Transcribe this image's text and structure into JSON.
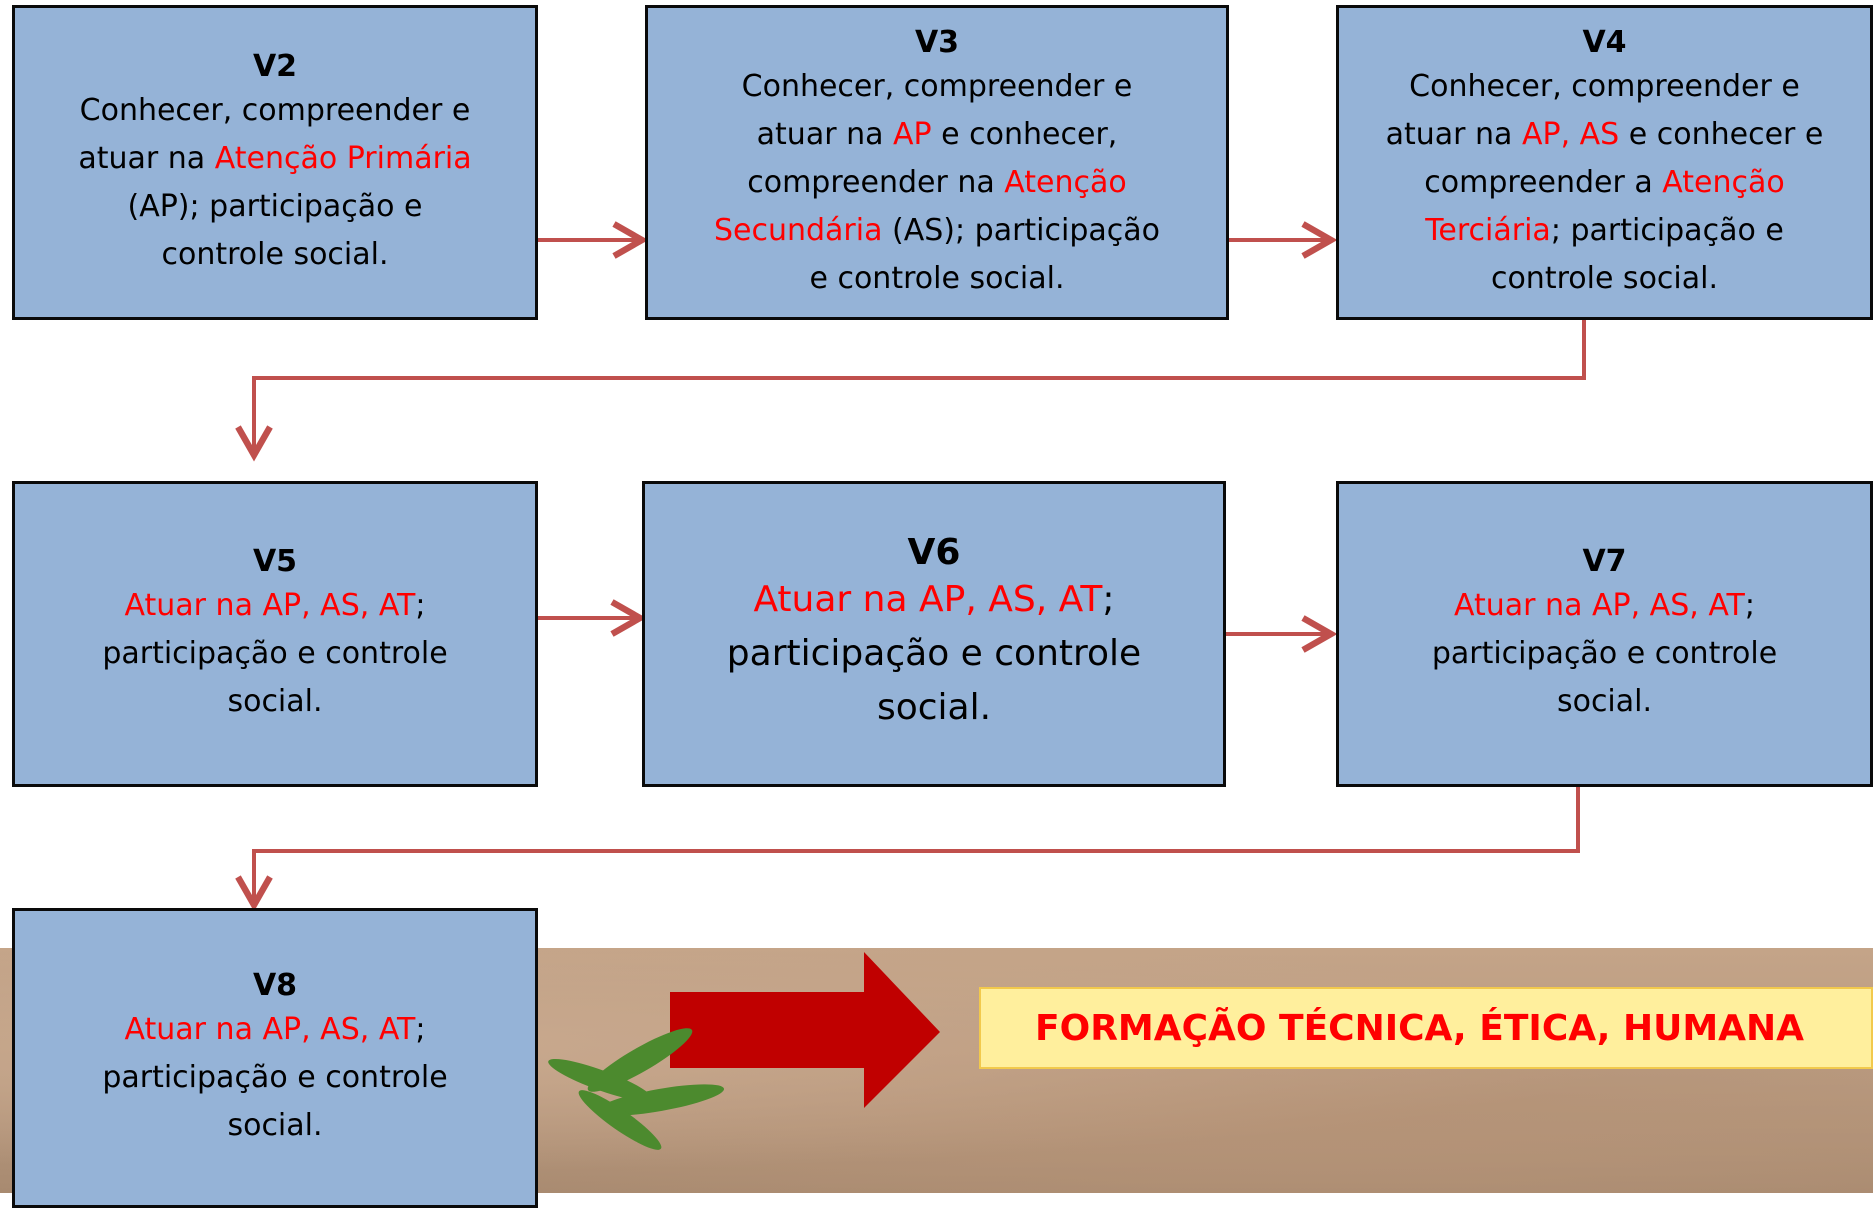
{
  "boxes": [
    {
      "id": "v2",
      "title": "V2",
      "lines": [
        [
          {
            "t": "Conhecer, compreender e",
            "r": false
          }
        ],
        [
          {
            "t": "atuar na ",
            "r": false
          },
          {
            "t": "Atenção Primária",
            "r": true
          }
        ],
        [
          {
            "t": "(AP); participação e",
            "r": false
          }
        ],
        [
          {
            "t": "controle social.",
            "r": false
          }
        ]
      ]
    },
    {
      "id": "v3",
      "title": "V3",
      "lines": [
        [
          {
            "t": "Conhecer, compreender e",
            "r": false
          }
        ],
        [
          {
            "t": "atuar na ",
            "r": false
          },
          {
            "t": "AP",
            "r": true
          },
          {
            "t": " e conhecer,",
            "r": false
          }
        ],
        [
          {
            "t": "compreender na ",
            "r": false
          },
          {
            "t": "Atenção",
            "r": true
          }
        ],
        [
          {
            "t": "Secundária",
            "r": true
          },
          {
            "t": " (AS); participação",
            "r": false
          }
        ],
        [
          {
            "t": "e controle social.",
            "r": false
          }
        ]
      ]
    },
    {
      "id": "v4",
      "title": "V4",
      "lines": [
        [
          {
            "t": "Conhecer, compreender e",
            "r": false
          }
        ],
        [
          {
            "t": "atuar na ",
            "r": false
          },
          {
            "t": "AP, AS",
            "r": true
          },
          {
            "t": " e conhecer e",
            "r": false
          }
        ],
        [
          {
            "t": "compreender a ",
            "r": false
          },
          {
            "t": "Atenção",
            "r": true
          }
        ],
        [
          {
            "t": "Terciária",
            "r": true
          },
          {
            "t": "; participação e",
            "r": false
          }
        ],
        [
          {
            "t": "controle social.",
            "r": false
          }
        ]
      ]
    },
    {
      "id": "v5",
      "title": "V5",
      "lines": [
        [
          {
            "t": "Atuar na AP, AS, AT",
            "r": true
          },
          {
            "t": ";",
            "r": false
          }
        ],
        [
          {
            "t": "participação e controle",
            "r": false
          }
        ],
        [
          {
            "t": "social.",
            "r": false
          }
        ]
      ]
    },
    {
      "id": "v6",
      "title": "V6",
      "lines": [
        [
          {
            "t": "Atuar na AP, AS, AT",
            "r": true
          },
          {
            "t": ";",
            "r": false
          }
        ],
        [
          {
            "t": "participação e controle",
            "r": false
          }
        ],
        [
          {
            "t": "social.",
            "r": false
          }
        ]
      ]
    },
    {
      "id": "v7",
      "title": "V7",
      "lines": [
        [
          {
            "t": "Atuar na AP, AS, AT",
            "r": true
          },
          {
            "t": ";",
            "r": false
          }
        ],
        [
          {
            "t": "participação e controle",
            "r": false
          }
        ],
        [
          {
            "t": "social.",
            "r": false
          }
        ]
      ]
    },
    {
      "id": "v8",
      "title": "V8",
      "lines": [
        [
          {
            "t": "Atuar na AP, AS, AT",
            "r": true
          },
          {
            "t": ";",
            "r": false
          }
        ],
        [
          {
            "t": "participação e controle",
            "r": false
          }
        ],
        [
          {
            "t": "social.",
            "r": false
          }
        ]
      ]
    }
  ],
  "banner": {
    "text": "FORMAÇÃO TÉCNICA, ÉTICA, HUMANA"
  },
  "colors": {
    "box_fill": "#95b3d7",
    "box_border": "#0a0a0a",
    "connector": "#c0504d",
    "highlight": "#ff0000",
    "big_arrow": "#c00000",
    "banner_fill": "#ffef9d"
  }
}
